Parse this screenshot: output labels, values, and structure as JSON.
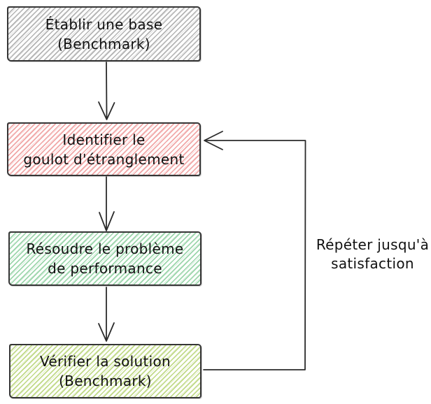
{
  "diagram": {
    "type": "flowchart",
    "nodes": [
      {
        "id": "establish-baseline",
        "line1": "Établir une base",
        "line2": "(Benchmark)",
        "hatch_color": "#b0b0b0"
      },
      {
        "id": "identify-bottleneck",
        "line1": "Identifier le",
        "line2": "goulot d'étranglement",
        "hatch_color": "#f0a3a3"
      },
      {
        "id": "solve-performance",
        "line1": "Résoudre le problème",
        "line2": "de performance",
        "hatch_color": "#98d4a8"
      },
      {
        "id": "verify-solution",
        "line1": "Vérifier la solution",
        "line2": "(Benchmark)",
        "hatch_color": "#bed883"
      }
    ],
    "edges": [
      {
        "from": "establish-baseline",
        "to": "identify-bottleneck",
        "style": "straight-arrow-down"
      },
      {
        "from": "identify-bottleneck",
        "to": "solve-performance",
        "style": "straight-arrow-down"
      },
      {
        "from": "solve-performance",
        "to": "verify-solution",
        "style": "straight-arrow-down"
      },
      {
        "from": "verify-solution",
        "to": "identify-bottleneck",
        "style": "loop-right",
        "label": "Répéter jusqu'à satisfaction"
      }
    ],
    "loop_label": {
      "line1": "Répéter jusqu'à",
      "line2": "satisfaction"
    },
    "colors": {
      "stroke": "#2b2b2b",
      "border": "#363636",
      "text": "#111111",
      "background": "#ffffff",
      "hatch_gray": "#b0b0b0",
      "hatch_red": "#f0a3a3",
      "hatch_green": "#98d4a8",
      "hatch_olive": "#bed883"
    }
  }
}
